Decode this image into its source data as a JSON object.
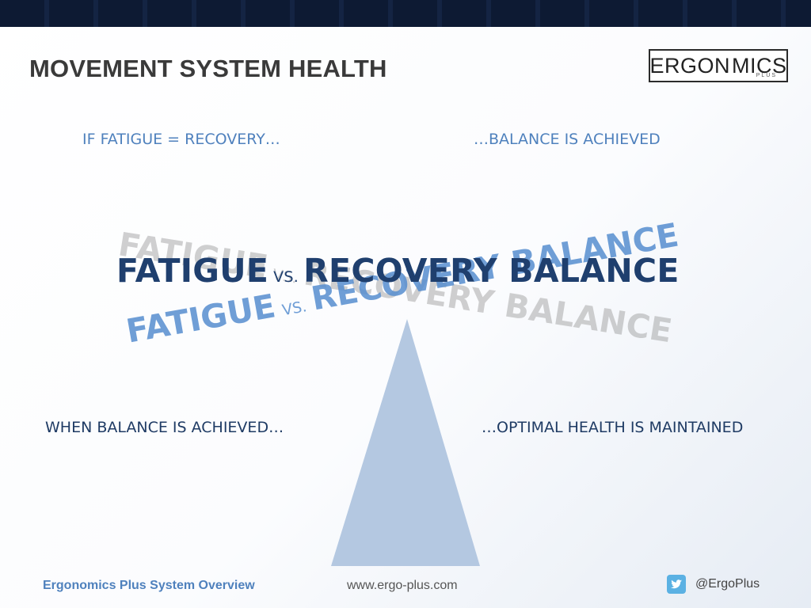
{
  "slide": {
    "title": "MOVEMENT SYSTEM HEALTH",
    "logo_text_left": "ERGON",
    "logo_text_right": "MICS",
    "logo_sub": "PLUS",
    "caption_top_left": "IF FATIGUE = RECOVERY…",
    "caption_top_right": "…BALANCE IS ACHIEVED",
    "caption_bottom_left": "WHEN BALANCE IS ACHIEVED…",
    "caption_bottom_right": "…OPTIMAL HEALTH IS MAINTAINED",
    "balance": {
      "word_fatigue": "FATIGUE",
      "word_vs": "VS.",
      "word_recovery_balance": "RECOVERY BALANCE"
    }
  },
  "footer": {
    "left": "Ergonomics Plus System Overview",
    "center": "www.ergo-plus.com",
    "right": "@ErgoPlus"
  },
  "colors": {
    "topbar": "#0d1a33",
    "title": "#3a3a3a",
    "accent_blue": "#4f81bd",
    "dark_navy": "#1f3f6e",
    "fulcrum": "#b4c8e1"
  },
  "icons": {
    "twitter": "twitter-icon",
    "logo_compass": "compass-icon"
  }
}
